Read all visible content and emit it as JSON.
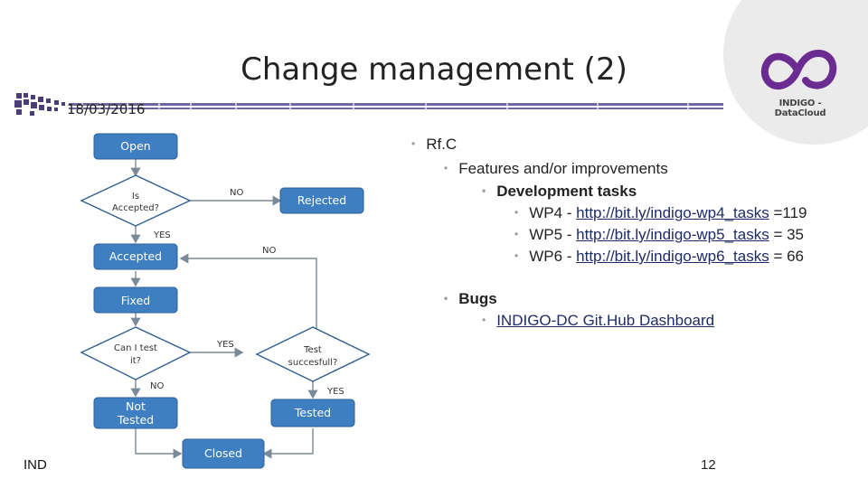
{
  "slide": {
    "title": "Change management (2)",
    "date": "18/03/2016",
    "footer_left": "IND",
    "page_number": "12"
  },
  "logo": {
    "text": "INDIGO - DataCloud",
    "icon": "cloud-infinity-icon",
    "color": "#6b2c91"
  },
  "flowchart": {
    "nodes": {
      "open": "Open",
      "is_accepted_1": "Is",
      "is_accepted_2": "Accepted?",
      "rejected": "Rejected",
      "accepted": "Accepted",
      "fixed": "Fixed",
      "can_test_1": "Can I test",
      "can_test_2": "it?",
      "test_succ_1": "Test",
      "test_succ_2": "succesfull?",
      "not_tested_1": "Not",
      "not_tested_2": "Tested",
      "tested": "Tested",
      "closed": "Closed"
    },
    "edges": {
      "no_rejected": "NO",
      "yes_accepted": "YES",
      "no_back": "NO",
      "yes_can_test": "YES",
      "no_not_tested": "NO",
      "yes_tested": "YES"
    },
    "colors": {
      "node": "#3e7fc1",
      "node_border": "#2d5f93",
      "line": "#7a8a99"
    }
  },
  "bullets": {
    "rfc": "Rf.C",
    "features": "Features and/or improvements",
    "dev_tasks": "Development tasks",
    "wp4_prefix": "WP4 - ",
    "wp4_link": "http://bit.ly/indigo-wp4_tasks",
    "wp4_value": " =119",
    "wp5_prefix": "WP5 - ",
    "wp5_link": "http://bit.ly/indigo-wp5_tasks",
    "wp5_value": " = 35",
    "wp6_prefix": "WP6 - ",
    "wp6_link": "http://bit.ly/indigo-wp6_tasks",
    "wp6_value": " = 66",
    "bugs": "Bugs",
    "dashboard_link": "INDIGO-DC Git.Hub Dashboard",
    "bullet_glyph": "•"
  }
}
